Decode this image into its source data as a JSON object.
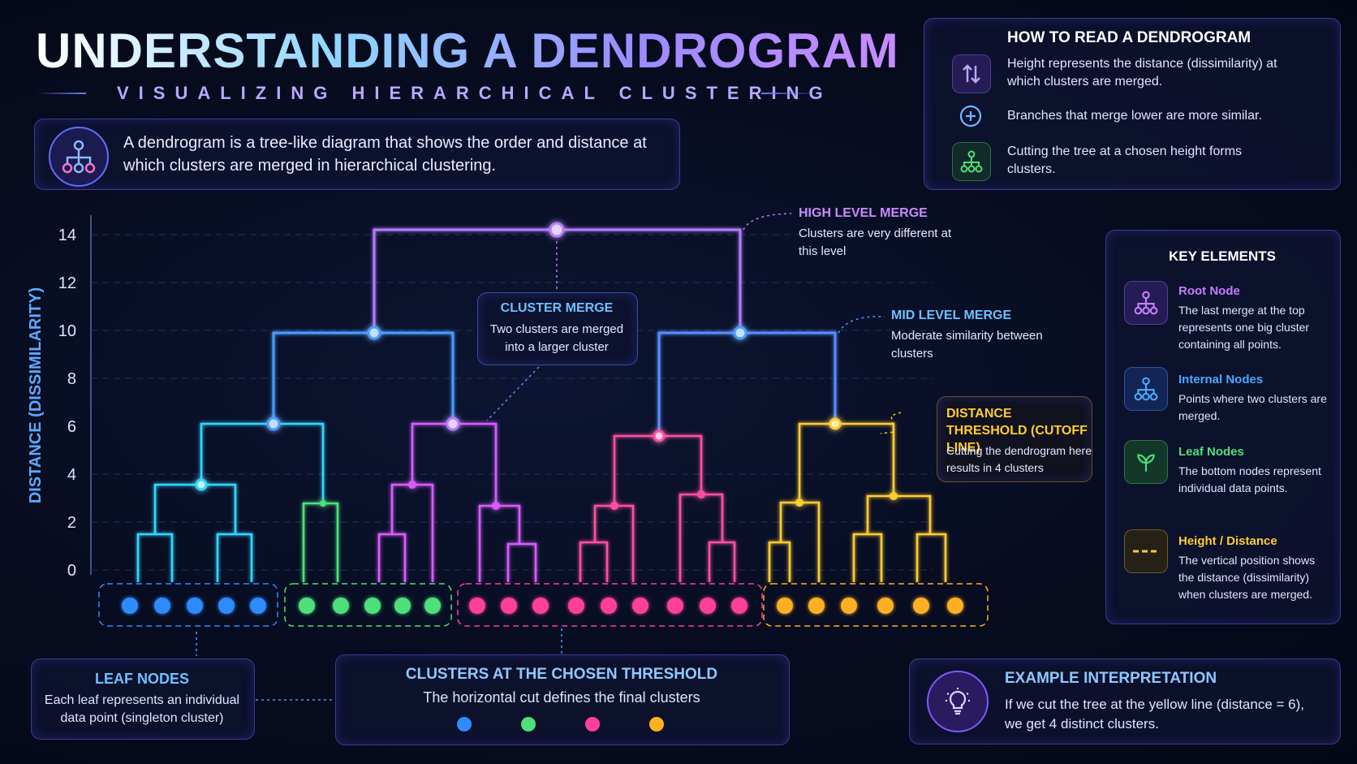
{
  "header": {
    "title": "UNDERSTANDING A DENDROGRAM",
    "subtitle": "VISUALIZING HIERARCHICAL CLUSTERING"
  },
  "intro": {
    "text": "A dendrogram is a tree-like diagram that shows the order and distance at which clusters are merged in hierarchical clustering."
  },
  "how_to_read": {
    "title": "HOW TO READ A DENDROGRAM",
    "items": [
      {
        "icon": "up-down-arrows-icon",
        "text": "Height represents the distance (dissimilarity) at which clusters are merged."
      },
      {
        "icon": "plus-circle-icon",
        "text": "Branches that merge lower are more similar."
      },
      {
        "icon": "tree-icon",
        "text": "Cutting the tree at a chosen height forms clusters."
      }
    ]
  },
  "axis": {
    "label": "DISTANCE (DISSIMILARITY)",
    "ticks": [
      "14",
      "12",
      "10",
      "8",
      "6",
      "4",
      "2",
      "0"
    ]
  },
  "annotations": {
    "high": {
      "title": "HIGH LEVEL MERGE",
      "text": "Clusters are very different at this level"
    },
    "mid": {
      "title": "MID LEVEL MERGE",
      "text": "Moderate similarity between clusters"
    },
    "cluster_merge": {
      "title": "CLUSTER MERGE",
      "text": "Two clusters are merged into a larger cluster"
    },
    "threshold": {
      "title": "DISTANCE THRESHOLD (CUTOFF LINE)",
      "text": "Cutting the dendrogram here results in 4 clusters"
    }
  },
  "key_elements": {
    "title": "KEY ELEMENTS",
    "items": [
      {
        "title": "Root Node",
        "text": "The last merge at the top represents one big cluster containing all points.",
        "color": "#c77dff",
        "icon": "root-node-icon"
      },
      {
        "title": "Internal Nodes",
        "text": "Points where two clusters are merged.",
        "color": "#4aa8ff",
        "icon": "internal-nodes-icon"
      },
      {
        "title": "Leaf Nodes",
        "text": "The bottom nodes represent individual data points.",
        "color": "#4ee07a",
        "icon": "leaf-icon"
      },
      {
        "title": "Height / Distance",
        "text": "The vertical position shows the distance (dissimilarity) when clusters are merged.",
        "color": "#ffcc33",
        "icon": "dashed-line-icon"
      }
    ]
  },
  "leaf_nodes": {
    "title": "LEAF NODES",
    "text": "Each leaf represents an individual data point (singleton cluster)"
  },
  "clusters": {
    "title": "CLUSTERS AT THE CHOSEN THRESHOLD",
    "text": "The horizontal cut defines the final clusters",
    "colors": [
      "#2f8bff",
      "#4ee07a",
      "#ff3f9a",
      "#ffb020"
    ]
  },
  "example": {
    "title": "EXAMPLE INTERPRETATION",
    "text": "If we cut the tree at the yellow line (distance = 6), we get 4 distinct clusters."
  },
  "colors": {
    "blue": "#2f8bff",
    "cyan": "#33e0ff",
    "green": "#4ee07a",
    "magenta": "#d95cff",
    "pink": "#ff4fa0",
    "yellow": "#ffcc33",
    "purple": "#b57bff",
    "threshold": "#ffcc33"
  }
}
